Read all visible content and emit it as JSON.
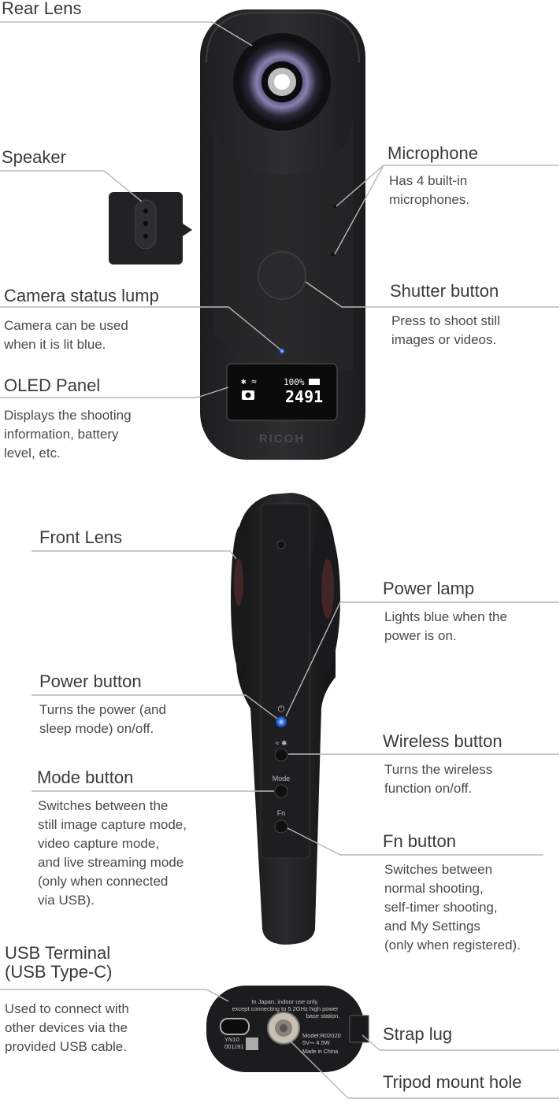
{
  "labels": {
    "rear_lens": {
      "title": "Rear Lens"
    },
    "speaker": {
      "title": "Speaker"
    },
    "microphone": {
      "title": "Microphone",
      "desc": [
        "Has 4 built-in",
        "microphones."
      ]
    },
    "camera_status": {
      "title": "Camera status lump",
      "desc": [
        "Camera can be used",
        "when it is lit blue."
      ]
    },
    "shutter": {
      "title": "Shutter button",
      "desc": [
        "Press to shoot still",
        "images or videos."
      ]
    },
    "oled": {
      "title": "OLED Panel",
      "desc": [
        "Displays the shooting",
        "information, battery",
        "level, etc."
      ]
    },
    "front_lens": {
      "title": "Front Lens"
    },
    "power_lamp": {
      "title": "Power lamp",
      "desc": [
        "Lights blue when the",
        "power is on."
      ]
    },
    "power_button": {
      "title": "Power button",
      "desc": [
        "Turns the power (and",
        "sleep mode) on/off."
      ]
    },
    "wireless_button": {
      "title": "Wireless button",
      "desc": [
        "Turns the wireless",
        "function on/off."
      ]
    },
    "mode_button": {
      "title": "Mode button",
      "desc": [
        "Switches between the",
        "still image capture mode,",
        "video capture mode,",
        "and live streaming mode",
        "(only when connected",
        "via USB)."
      ]
    },
    "fn_button": {
      "title": "Fn button",
      "desc": [
        "Switches between",
        "normal shooting,",
        "self-timer shooting,",
        "and My Settings",
        "(only when registered)."
      ]
    },
    "usb": {
      "title": [
        "USB Terminal",
        "(USB Type-C)"
      ],
      "desc": [
        "Used to connect with",
        "other devices via the",
        "provided USB cable."
      ]
    },
    "strap_lug": {
      "title": "Strap lug"
    },
    "tripod": {
      "title": "Tripod mount hole"
    }
  },
  "camera": {
    "brand": "RICOH",
    "oled_battery": "100%",
    "oled_count": "2491",
    "side_mode_label": "Mode",
    "side_fn_label": "Fn",
    "bottom_notice": [
      "In Japan, indoor use only,",
      "except connecting to 5.2GHz high power",
      "base station."
    ],
    "bottom_model": [
      "Model:R02020",
      "5V⎓ 4.5W"
    ],
    "bottom_yn": [
      "YN10",
      "001191"
    ],
    "bottom_origin": "Made in China"
  },
  "colors": {
    "body": "#2b2b2d",
    "status_blue": "#3a7bff",
    "line": "#b8b8b8"
  }
}
